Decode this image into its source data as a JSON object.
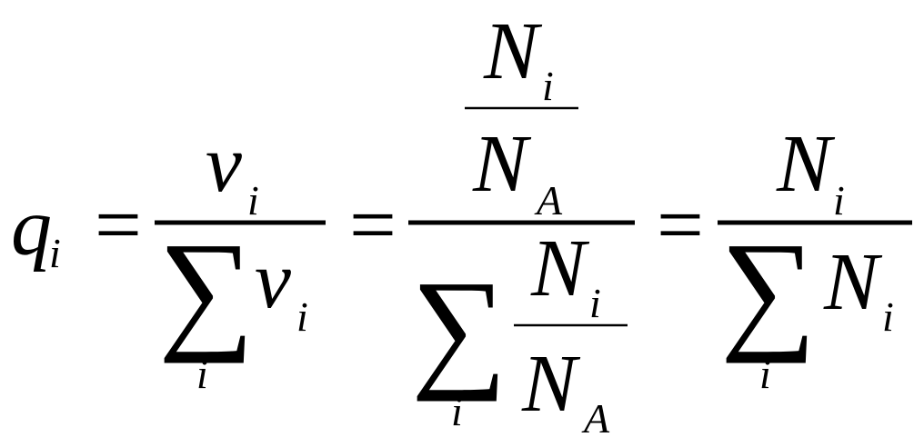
{
  "formula": {
    "lhs": {
      "base": "q",
      "sub": "i"
    },
    "equals": "=",
    "sum": "∑",
    "index": "i",
    "nu": "ν",
    "N": "N",
    "A": "A",
    "term1": {
      "num": {
        "base": "ν",
        "sub": "i"
      },
      "den": {
        "sum_index": "i",
        "base": "ν",
        "sub": "i"
      }
    },
    "term2": {
      "num": {
        "top": {
          "base": "N",
          "sub": "i"
        },
        "bottom": {
          "base": "N",
          "sub": "A"
        }
      },
      "den": {
        "sum_index": "i",
        "top": {
          "base": "N",
          "sub": "i"
        },
        "bottom": {
          "base": "N",
          "sub": "A"
        }
      }
    },
    "term3": {
      "num": {
        "base": "N",
        "sub": "i"
      },
      "den": {
        "sum_index": "i",
        "base": "N",
        "sub": "i"
      }
    }
  }
}
